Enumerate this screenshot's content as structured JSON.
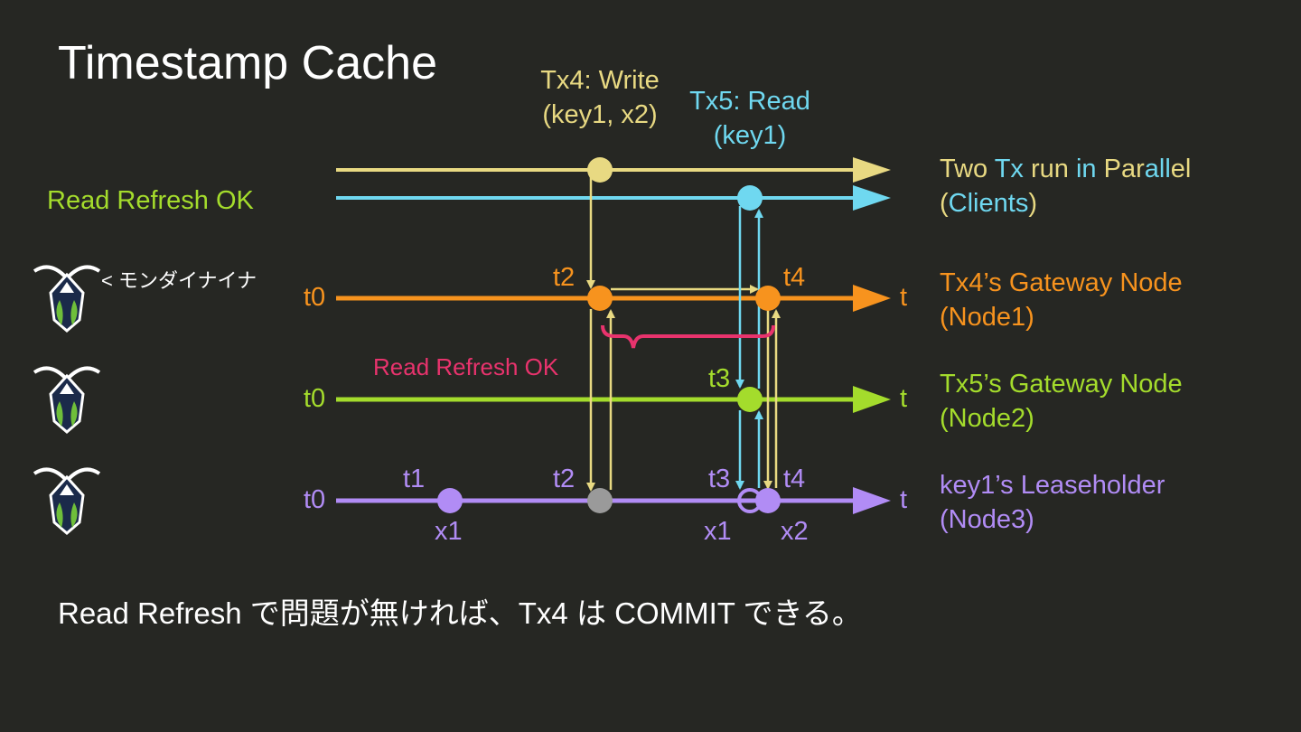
{
  "title": "Timestamp Cache",
  "footer": "Read Refresh で問題が無ければ、Tx4 は COMMIT できる。",
  "left_note": "Read Refresh OK",
  "bug_speech": "< モンダイナイナ",
  "mid_note": "Read Refresh OK",
  "tx4_label": {
    "line1": "Tx4: Write",
    "line2": "(key1, x2)"
  },
  "tx5_label": {
    "line1": "Tx5: Read",
    "line2": "(key1)"
  },
  "lanes": {
    "clients": {
      "line1_parts": [
        {
          "text": "Two ",
          "color": "#e8d982"
        },
        {
          "text": "Tx ",
          "color": "#6fd8f0"
        },
        {
          "text": "run ",
          "color": "#e8d982"
        },
        {
          "text": "in ",
          "color": "#6fd8f0"
        },
        {
          "text": "Par",
          "color": "#e8d982"
        },
        {
          "text": "all",
          "color": "#6fd8f0"
        },
        {
          "text": "el",
          "color": "#e8d982"
        }
      ],
      "line2_parts": [
        {
          "text": "(",
          "color": "#e8d982"
        },
        {
          "text": "Cli",
          "color": "#6fd8f0"
        },
        {
          "text": "ents",
          "color": "#6fd8f0"
        },
        {
          "text": ")",
          "color": "#e8d982"
        }
      ]
    },
    "node1": {
      "start": "t0",
      "end": "t",
      "line1": "Tx4’s Gateway Node",
      "line2": "(Node1)",
      "color": "#f7931e"
    },
    "node2": {
      "start": "t0",
      "end": "t",
      "line1": "Tx5’s Gateway Node",
      "line2": "(Node2)",
      "color": "#a4dc2c"
    },
    "node3": {
      "start": "t0",
      "end": "t",
      "line1": "key1’s Leaseholder",
      "line2": "(Node3)",
      "color": "#b18cf5"
    }
  },
  "timestamps": {
    "n1_t2": "t2",
    "n1_t4": "t4",
    "n2_t3": "t3",
    "n3_t1": "t1",
    "n3_t2": "t2",
    "n3_t3": "t3",
    "n3_t4": "t4",
    "n3_x1a": "x1",
    "n3_x1b": "x1",
    "n3_x2": "x2"
  },
  "colors": {
    "background": "#262723",
    "tx4": "#e8d982",
    "tx5": "#6fd8f0",
    "node1": "#f7931e",
    "node2": "#a4dc2c",
    "node3": "#b18cf5",
    "refresh": "#e8336d",
    "neutral_dot": "#9a9a9a",
    "logo_navy": "#1b2a4a"
  },
  "icons": [
    "cockroach-logo-icon"
  ]
}
